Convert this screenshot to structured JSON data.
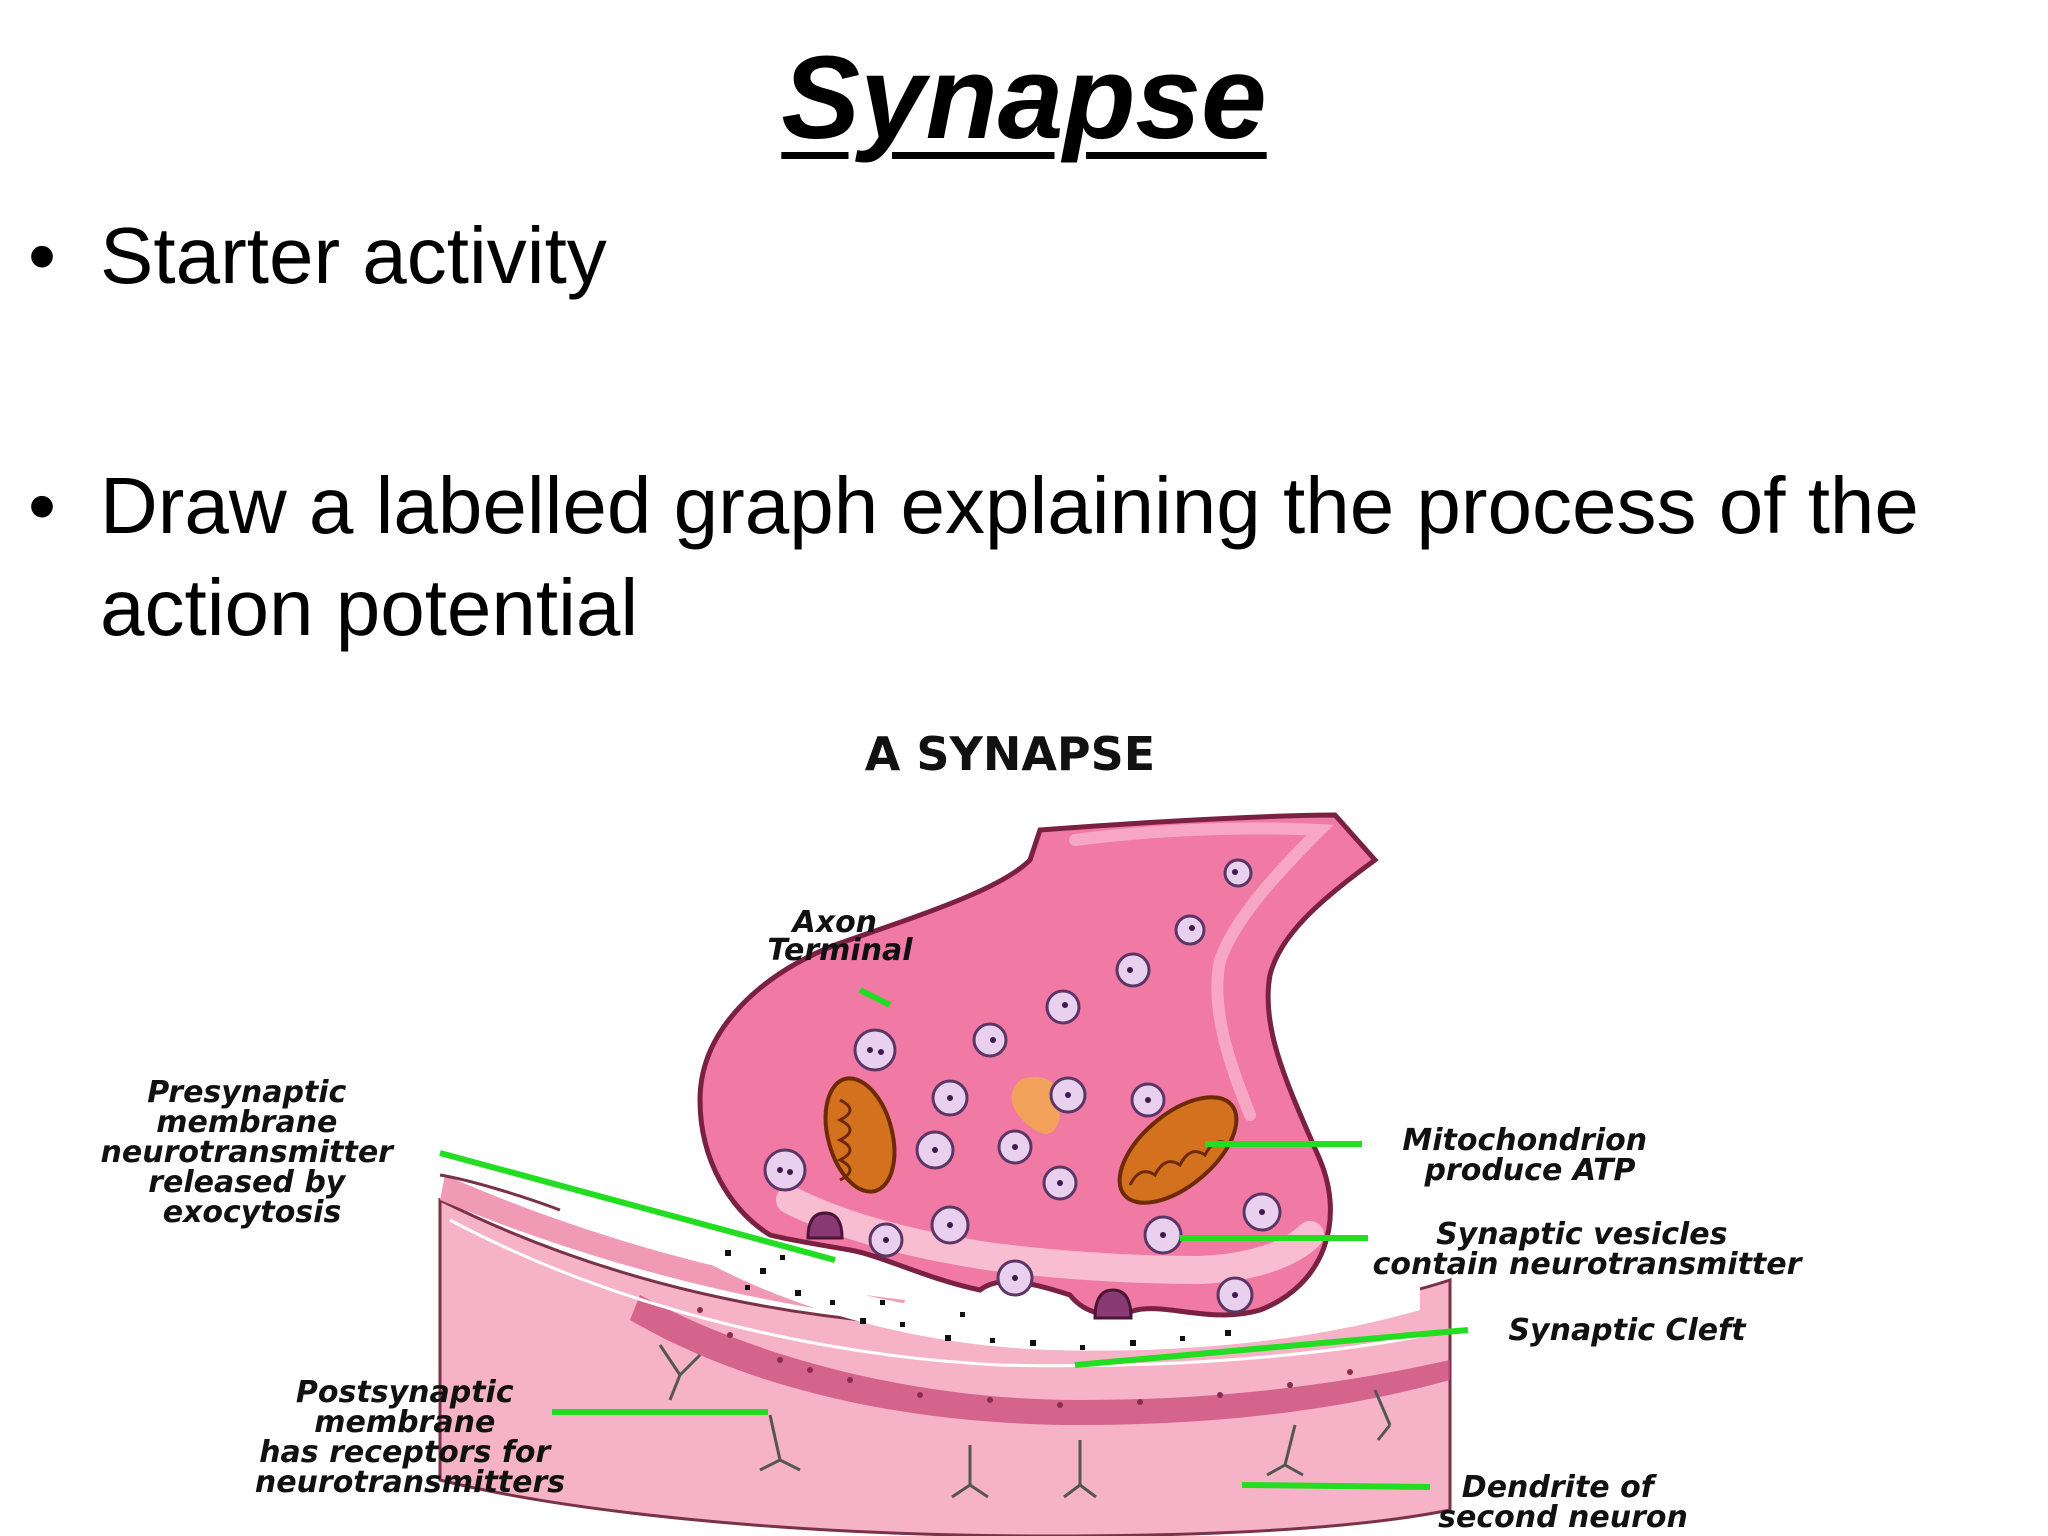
{
  "slide": {
    "title": "Synapse",
    "bullets": [
      "Starter activity",
      "Draw a labelled graph explaining the process of the action potential"
    ]
  },
  "diagram": {
    "title": "A SYNAPSE",
    "labels": {
      "axon_terminal": [
        "Axon",
        "Terminal"
      ],
      "presynaptic": [
        "Presynaptic",
        "membrane",
        "neurotransmitter",
        "released by",
        "exocytosis"
      ],
      "mitochondrion": [
        "Mitochondrion",
        "produce ATP"
      ],
      "vesicles": [
        "Synaptic vesicles",
        "contain neurotransmitter"
      ],
      "cleft": [
        "Synaptic Cleft"
      ],
      "postsynaptic": [
        "Postsynaptic",
        "membrane",
        "has receptors for",
        "neurotransmitters"
      ],
      "dendrite": [
        "Dendrite of",
        "second neuron"
      ]
    },
    "colors": {
      "leader_lines": "#22dd22",
      "axon_fill": "#f07aa4",
      "dendrite_fill": "#f6a9c0",
      "mitochondrion": "#d4711e",
      "vesicle": "#e8d0ee"
    }
  }
}
